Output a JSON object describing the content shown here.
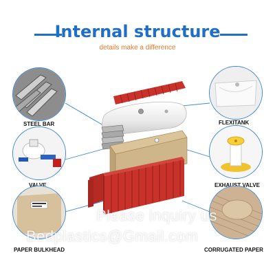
{
  "header": {
    "title": "Internal structure",
    "subtitle": "details make a difference"
  },
  "components": {
    "steel_bar": "STEEL BAR",
    "valve": "VALVE",
    "paper_bulkhead": "PAPER BULKHEAD",
    "flexitank": "FLEXITANK",
    "exhaust_valve": "EXHAUST VALVE",
    "corrugated_paper": "CORRUGATED PAPER"
  },
  "watermark": {
    "line1": "Please inquiry us",
    "line2": "Bedplastics@Gmail.com"
  },
  "colors": {
    "title_blue": "#1f6fc7",
    "subtitle_orange": "#e5782a",
    "container_red": "#c8322b",
    "tank_white": "#f1f1f1",
    "paper_tan": "#cfb58a"
  }
}
